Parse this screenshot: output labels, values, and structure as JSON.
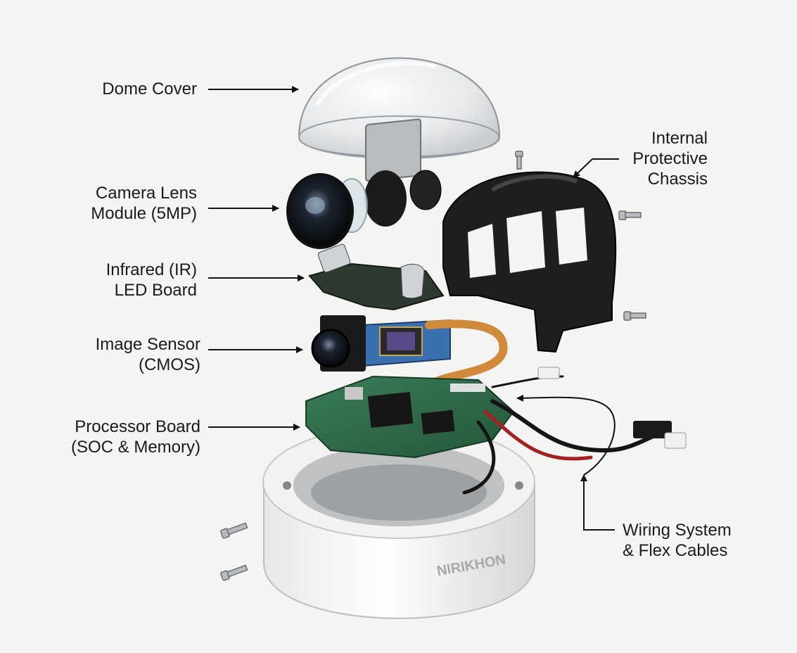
{
  "labels": {
    "dome_cover": [
      "Dome Cover"
    ],
    "camera_lens": [
      "Camera Lens",
      "Module (5MP)"
    ],
    "ir_led": [
      "Infrared (IR)",
      "LED Board"
    ],
    "image_sensor": [
      "Image Sensor",
      "(CMOS)"
    ],
    "processor": [
      "Processor Board",
      "(SOC & Memory)"
    ],
    "chassis": [
      "Internal",
      "Protective",
      "Chassis"
    ],
    "wiring": [
      "Wiring System",
      "& Flex Cables"
    ]
  },
  "brand": "NIRIKHON",
  "colors": {
    "background": "#f4f4f3",
    "pcb_green": "#2f6b4a",
    "sensor_blue": "#3a6fb0",
    "flex_cable": "#d08a3a",
    "chassis": "#1e1e1e",
    "housing": "#ffffff"
  }
}
